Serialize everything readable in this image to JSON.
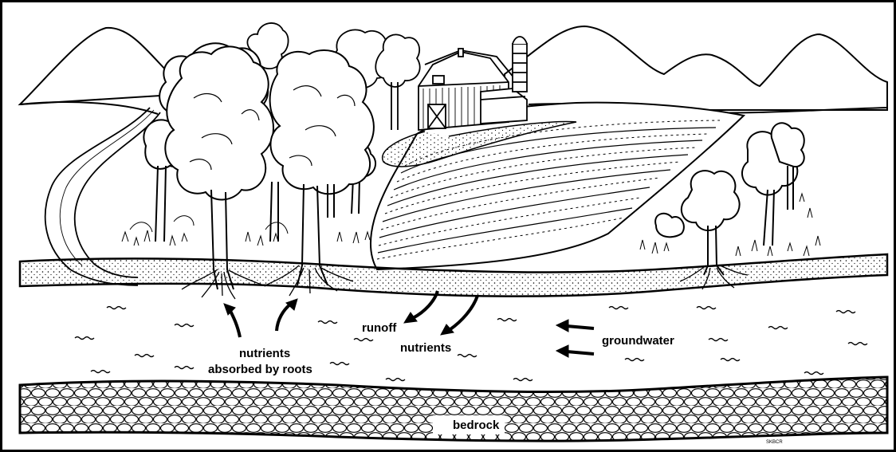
{
  "diagram": {
    "labels": {
      "runoff": "runoff",
      "nutrients_soil": "nutrients",
      "nutrients_roots_line1": "nutrients",
      "nutrients_roots_line2": "absorbed by roots",
      "groundwater": "groundwater",
      "bedrock": "bedrock"
    },
    "artist_signature": "SKBCR",
    "colors": {
      "ink": "#000000",
      "paper": "#ffffff"
    }
  }
}
